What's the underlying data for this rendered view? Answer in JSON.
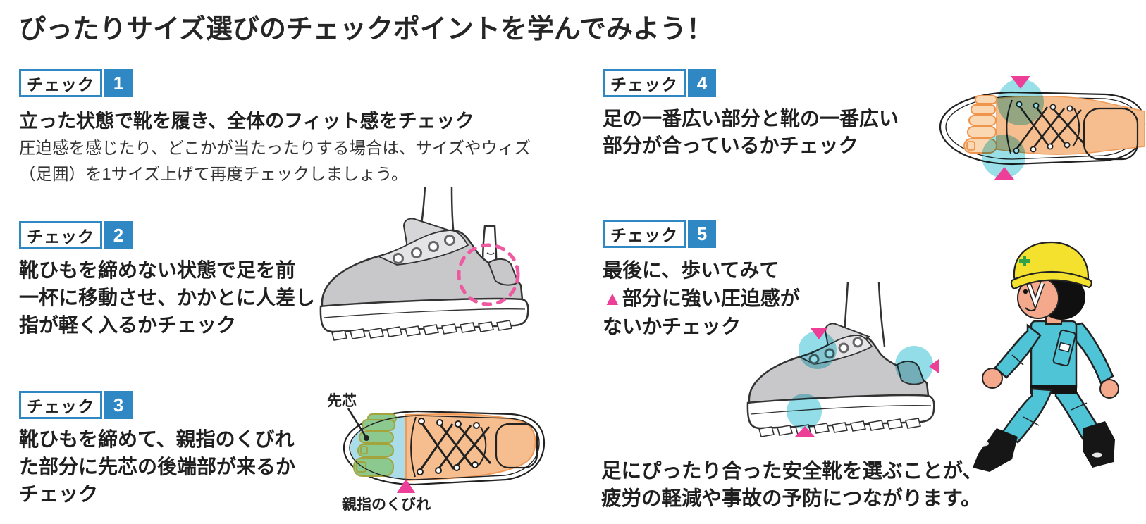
{
  "page": {
    "title": "ぴったりサイズ選びのチェックポイントを学んでみよう！"
  },
  "colors": {
    "badge_blue": "#2f87c4",
    "marker_pink": "#ed3f98",
    "dashed_circle_pink": "#ee5aa2",
    "teal_circle": "#7fd7e3",
    "orange_foot": "#f6bd8e",
    "green_toes": "#8cc98f",
    "toecap_blue": "#abdce9",
    "shoe_gray": "#c8c8ca",
    "uniform_teal": "#4fc4d6",
    "helmet_yellow": "#f3e12d"
  },
  "checks": [
    {
      "badge_label": "チェック",
      "number": "1",
      "heading": "立った状態で靴を履き、全体のフィット感をチェック",
      "body_lines": [
        "圧迫感を感じたり、どこかが当たったりする場合は、サイズやウィズ",
        "（足囲）を1サイズ上げて再度チェックしましょう。"
      ]
    },
    {
      "badge_label": "チェック",
      "number": "2",
      "lines": [
        "靴ひもを締めない状態で足を前",
        "一杯に移動させ、かかとに人差し",
        "指が軽く入るかチェック"
      ]
    },
    {
      "badge_label": "チェック",
      "number": "3",
      "lines": [
        "靴ひもを締めて、親指のくびれ",
        "た部分に先芯の後端部が来るか",
        "チェック"
      ],
      "illustration_labels": {
        "toecap": "先芯",
        "toe_notch": "親指のくびれ"
      }
    },
    {
      "badge_label": "チェック",
      "number": "4",
      "lines": [
        "足の一番広い部分と靴の一番広い",
        "部分が合っているかチェック"
      ]
    },
    {
      "badge_label": "チェック",
      "number": "5",
      "triangle": "▲",
      "lines": [
        "最後に、歩いてみて",
        "部分に強い圧迫感が",
        "ないかチェック"
      ]
    }
  ],
  "footer": {
    "lines": [
      "足にぴったり合った安全靴を選ぶことが、",
      "疲労の軽減や事故の予防につながります。"
    ]
  }
}
